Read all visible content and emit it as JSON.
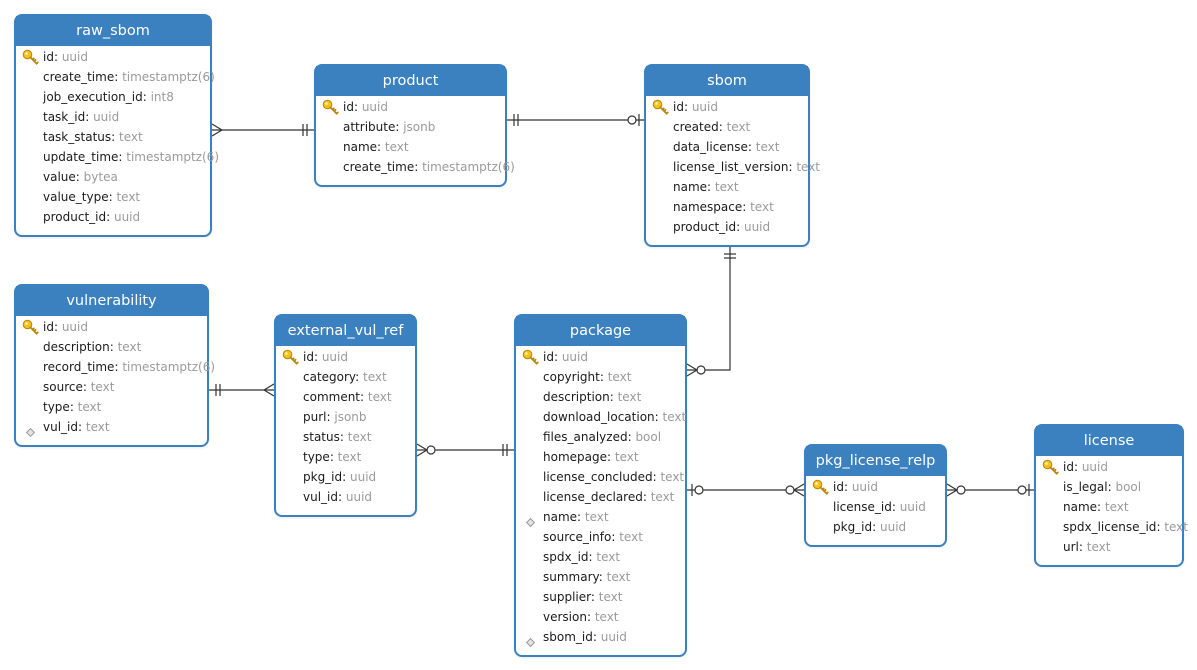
{
  "colors": {
    "header": "#3b80bf",
    "border": "#3b80bf",
    "type_text": "#9a9a9a",
    "line": "#333333"
  },
  "tables": [
    {
      "id": "raw_sbom",
      "title": "raw_sbom",
      "fields": [
        {
          "name": "id",
          "type": "uuid",
          "key": "pk"
        },
        {
          "name": "create_time",
          "type": "timestamptz(6)"
        },
        {
          "name": "job_execution_id",
          "type": "int8"
        },
        {
          "name": "task_id",
          "type": "uuid"
        },
        {
          "name": "task_status",
          "type": "text"
        },
        {
          "name": "update_time",
          "type": "timestamptz(6)"
        },
        {
          "name": "value",
          "type": "bytea"
        },
        {
          "name": "value_type",
          "type": "text"
        },
        {
          "name": "product_id",
          "type": "uuid"
        }
      ]
    },
    {
      "id": "product",
      "title": "product",
      "fields": [
        {
          "name": "id",
          "type": "uuid",
          "key": "pk"
        },
        {
          "name": "attribute",
          "type": "jsonb"
        },
        {
          "name": "name",
          "type": "text"
        },
        {
          "name": "create_time",
          "type": "timestamptz(6)"
        }
      ]
    },
    {
      "id": "sbom",
      "title": "sbom",
      "fields": [
        {
          "name": "id",
          "type": "uuid",
          "key": "pk"
        },
        {
          "name": "created",
          "type": "text"
        },
        {
          "name": "data_license",
          "type": "text"
        },
        {
          "name": "license_list_version",
          "type": "text"
        },
        {
          "name": "name",
          "type": "text"
        },
        {
          "name": "namespace",
          "type": "text"
        },
        {
          "name": "product_id",
          "type": "uuid"
        }
      ]
    },
    {
      "id": "vulnerability",
      "title": "vulnerability",
      "fields": [
        {
          "name": "id",
          "type": "uuid",
          "key": "pk"
        },
        {
          "name": "description",
          "type": "text"
        },
        {
          "name": "record_time",
          "type": "timestamptz(6)"
        },
        {
          "name": "source",
          "type": "text"
        },
        {
          "name": "type",
          "type": "text"
        },
        {
          "name": "vul_id",
          "type": "text",
          "key": "idx"
        }
      ]
    },
    {
      "id": "external_vul_ref",
      "title": "external_vul_ref",
      "fields": [
        {
          "name": "id",
          "type": "uuid",
          "key": "pk"
        },
        {
          "name": "category",
          "type": "text"
        },
        {
          "name": "comment",
          "type": "text"
        },
        {
          "name": "purl",
          "type": "jsonb"
        },
        {
          "name": "status",
          "type": "text"
        },
        {
          "name": "type",
          "type": "text"
        },
        {
          "name": "pkg_id",
          "type": "uuid"
        },
        {
          "name": "vul_id",
          "type": "uuid"
        }
      ]
    },
    {
      "id": "package",
      "title": "package",
      "fields": [
        {
          "name": "id",
          "type": "uuid",
          "key": "pk"
        },
        {
          "name": "copyright",
          "type": "text"
        },
        {
          "name": "description",
          "type": "text"
        },
        {
          "name": "download_location",
          "type": "text"
        },
        {
          "name": "files_analyzed",
          "type": "bool"
        },
        {
          "name": "homepage",
          "type": "text"
        },
        {
          "name": "license_concluded",
          "type": "text"
        },
        {
          "name": "license_declared",
          "type": "text"
        },
        {
          "name": "name",
          "type": "text",
          "key": "idx"
        },
        {
          "name": "source_info",
          "type": "text"
        },
        {
          "name": "spdx_id",
          "type": "text"
        },
        {
          "name": "summary",
          "type": "text"
        },
        {
          "name": "supplier",
          "type": "text"
        },
        {
          "name": "version",
          "type": "text"
        },
        {
          "name": "sbom_id",
          "type": "uuid",
          "key": "idx"
        }
      ]
    },
    {
      "id": "pkg_license_relp",
      "title": "pkg_license_relp",
      "fields": [
        {
          "name": "id",
          "type": "uuid",
          "key": "pk"
        },
        {
          "name": "license_id",
          "type": "uuid"
        },
        {
          "name": "pkg_id",
          "type": "uuid"
        }
      ]
    },
    {
      "id": "license",
      "title": "license",
      "fields": [
        {
          "name": "id",
          "type": "uuid",
          "key": "pk"
        },
        {
          "name": "is_legal",
          "type": "bool"
        },
        {
          "name": "name",
          "type": "text"
        },
        {
          "name": "spdx_license_id",
          "type": "text"
        },
        {
          "name": "url",
          "type": "text"
        }
      ]
    }
  ],
  "relationships": [
    {
      "from": "raw_sbom",
      "to": "product",
      "from_card": "many",
      "to_card": "one"
    },
    {
      "from": "product",
      "to": "sbom",
      "from_card": "one",
      "to_card": "zero-or-one"
    },
    {
      "from": "vulnerability",
      "to": "external_vul_ref",
      "from_card": "one",
      "to_card": "many"
    },
    {
      "from": "external_vul_ref",
      "to": "package",
      "from_card": "zero-or-many",
      "to_card": "one"
    },
    {
      "from": "sbom",
      "to": "package",
      "from_card": "one",
      "to_card": "zero-or-many"
    },
    {
      "from": "package",
      "to": "pkg_license_relp",
      "from_card": "zero-or-one",
      "to_card": "zero-or-many"
    },
    {
      "from": "pkg_license_relp",
      "to": "license",
      "from_card": "zero-or-many",
      "to_card": "zero-or-one"
    }
  ]
}
